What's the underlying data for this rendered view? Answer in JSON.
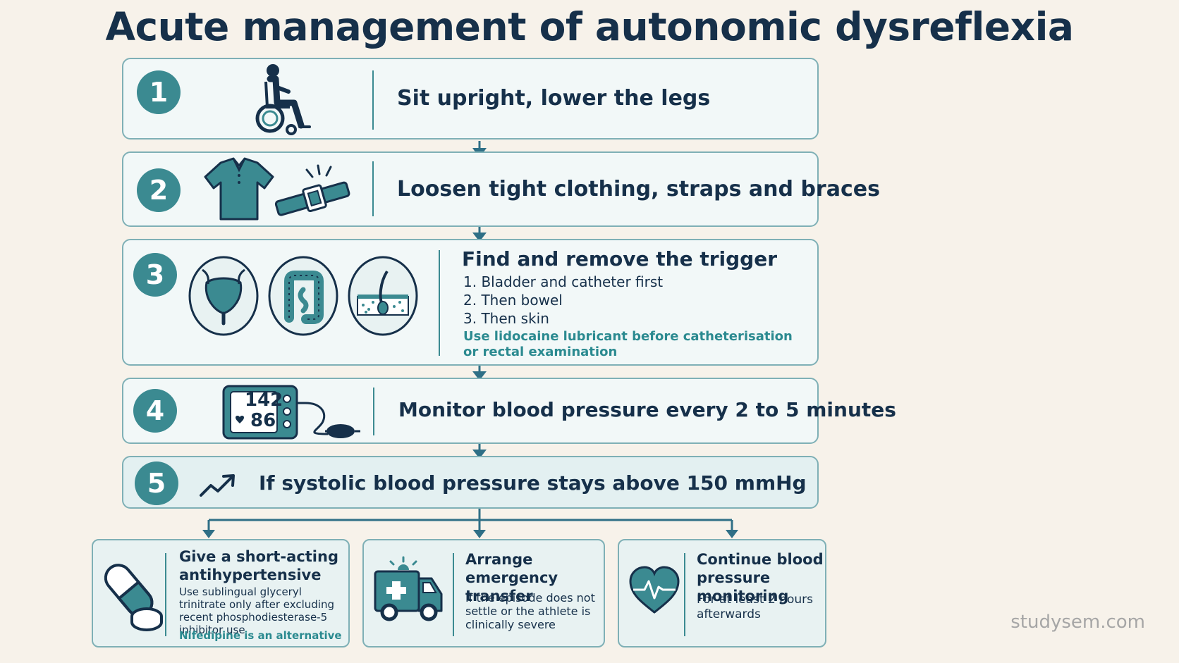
{
  "title": "Acute management of autonomic dysreflexia",
  "steps": [
    {
      "number": "1",
      "text": "Sit upright, lower the legs",
      "icon": "wheelchair-icon"
    },
    {
      "number": "2",
      "text": "Loosen tight clothing, straps and braces",
      "icon": "shirt-and-belt-icon"
    },
    {
      "number": "3",
      "text": "Find and remove the trigger",
      "items": [
        "1.  Bladder and catheter first",
        "2.  Then bowel",
        "3.  Then skin"
      ],
      "note_line1": "Use lidocaine lubricant before catheterisation",
      "note_line2": "or rectal examination",
      "icons": [
        "bladder-icon",
        "bowel-icon",
        "skin-icon"
      ]
    },
    {
      "number": "4",
      "text": "Monitor blood pressure every 2 to 5 minutes",
      "icon": "blood-pressure-monitor-icon",
      "monitor_systolic": "142",
      "monitor_diastolic": "86"
    },
    {
      "number": "5",
      "text": "If systolic blood pressure stays above 150 mmHg",
      "icon": "trend-up-icon"
    }
  ],
  "outcomes": [
    {
      "title_line1": "Give a short-acting",
      "title_line2": "antihypertensive",
      "body": "Use sublingual glyceryl trinitrate only after excluding recent phosphodiesterase-5 inhibitor use",
      "note": "Nifedipine is an alternative",
      "icon": "pill-icon"
    },
    {
      "title_line1": "Arrange emergency",
      "title_line2": "transfer",
      "body": "If the episode does not settle or the athlete is clinically severe",
      "icon": "ambulance-icon"
    },
    {
      "title_line1": "Continue blood",
      "title_line2": "pressure monitoring",
      "body": "For at least 2 hours afterwards",
      "icon": "heart-pulse-icon"
    }
  ],
  "watermark": "studysem.com",
  "colors": {
    "teal": "#3b8a91",
    "navy": "#16304a",
    "border": "#7fb0b6",
    "background": "#f7f2ea"
  }
}
